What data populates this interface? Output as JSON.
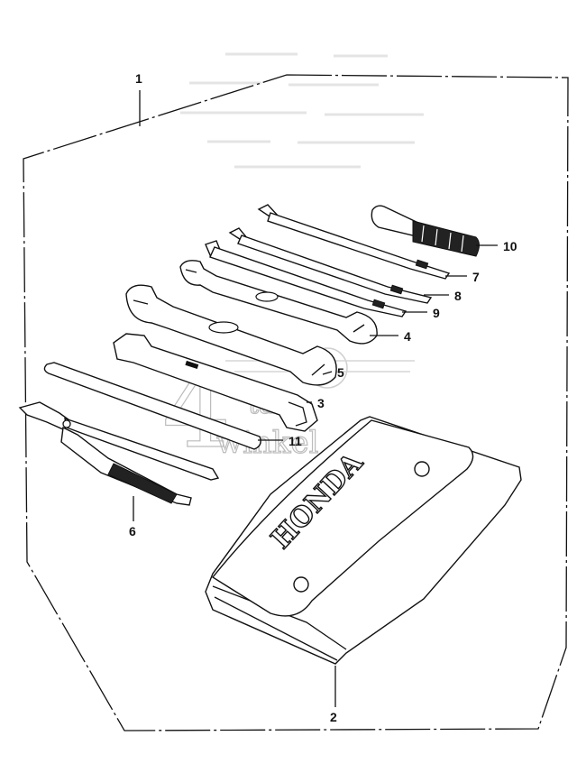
{
  "callouts": [
    "1",
    "2",
    "3",
    "4",
    "5",
    "6",
    "7",
    "8",
    "9",
    "10",
    "11"
  ],
  "pouch_brand": "HONDA",
  "watermark": {
    "numeral": "4",
    "line1": "takt",
    "line2": "winkel"
  }
}
